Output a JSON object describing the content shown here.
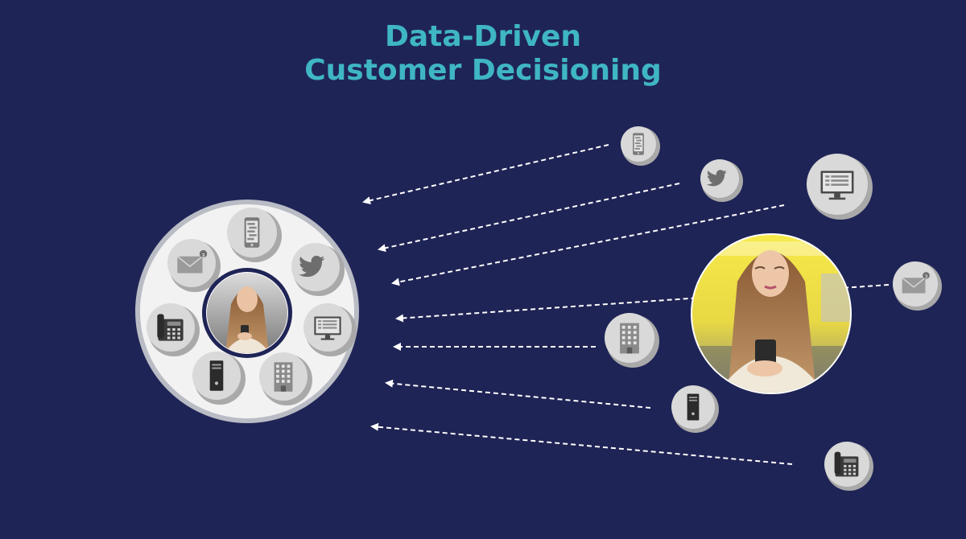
{
  "title": {
    "line1": "Data-Driven",
    "line2": "Customer Decisioning"
  },
  "colors": {
    "background": "#1f2456",
    "title": "#3fb6c4",
    "hub_ring": "#b9bcc4",
    "hub_fill": "#f2f2f2",
    "icon_circle": "#d9d9d9",
    "icon_shadow": "#a9a9a9",
    "icon_dark": "#2b2b2b",
    "inner_ring": "#1f2456",
    "arrow": "#ffffff"
  },
  "badges": {
    "email_count": "3"
  },
  "hub_icons": [
    "mobile-icon",
    "twitter-icon",
    "desktop-icon",
    "building-icon",
    "server-icon",
    "phone-icon",
    "email-icon"
  ],
  "channel_icons": [
    "mobile-icon",
    "twitter-icon",
    "desktop-icon",
    "email-icon",
    "building-icon",
    "server-icon",
    "phone-icon"
  ]
}
